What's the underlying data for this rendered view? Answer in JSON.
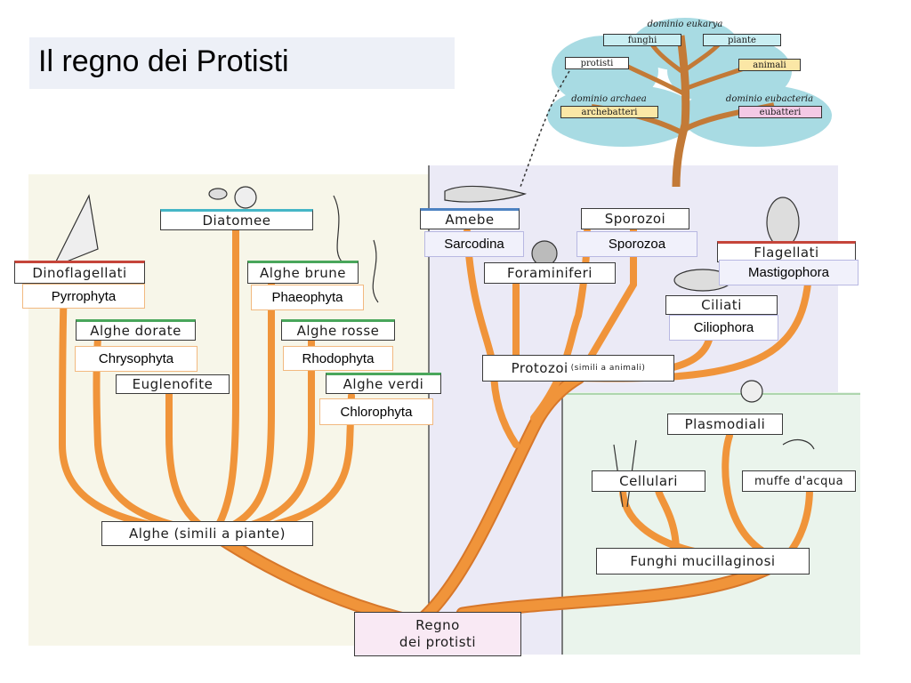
{
  "title": "Il regno dei Protisti",
  "tree": {
    "root": "dominio eukarya",
    "funghi": "funghi",
    "piante": "piante",
    "protisti": "protisti",
    "animali": "animali",
    "archaea_domain": "dominio archaea",
    "archebatteri": "archebatteri",
    "eubacteria_domain": "dominio eubacteria",
    "eubatteri": "eubatteri"
  },
  "nodes": {
    "diatomee": "Diatomee",
    "dinoflagellati": "Dinoflagellati",
    "alghe_brune": "Alghe brune",
    "alghe_dorate": "Alghe dorate",
    "alghe_rosse": "Alghe rosse",
    "euglenofite": "Euglenofite",
    "alghe_verdi": "Alghe verdi",
    "alghe_simili": "Alghe (simili a piante)",
    "amebe": "Amebe",
    "sporozoi": "Sporozoi",
    "foraminiferi": "Foraminiferi",
    "flagellati": "Flagellati",
    "ciliati": "Ciliati",
    "protozoi": "Protozoi",
    "protozoi_note": "(simili a animali)",
    "plasmodiali": "Plasmodiali",
    "cellulari": "Cellulari",
    "muffe": "muffe d'acqua",
    "funghi_mucillaginosi": "Funghi mucillaginosi",
    "regno_line1": "Regno",
    "regno_line2": "dei protisti"
  },
  "labels": {
    "pyrrophyta": "Pyrrophyta",
    "phaeophyta": "Phaeophyta",
    "chrysophyta": "Chrysophyta",
    "rhodophyta": "Rhodophyta",
    "chlorophyta": "Chlorophyta",
    "sarcodina": "Sarcodina",
    "sporozoa": "Sporozoa",
    "mastigophora": "Mastigophora",
    "ciliophora": "Ciliophora"
  },
  "colors": {
    "branch": "#f0943a",
    "branch_edge": "#d7772a",
    "tree_trunk": "#c37a37",
    "foliage": "#a8dbe3",
    "panel_algae": "#f7f6e9",
    "panel_protozoa": "#ebeaf6",
    "panel_fungi": "#eaf4ec"
  }
}
